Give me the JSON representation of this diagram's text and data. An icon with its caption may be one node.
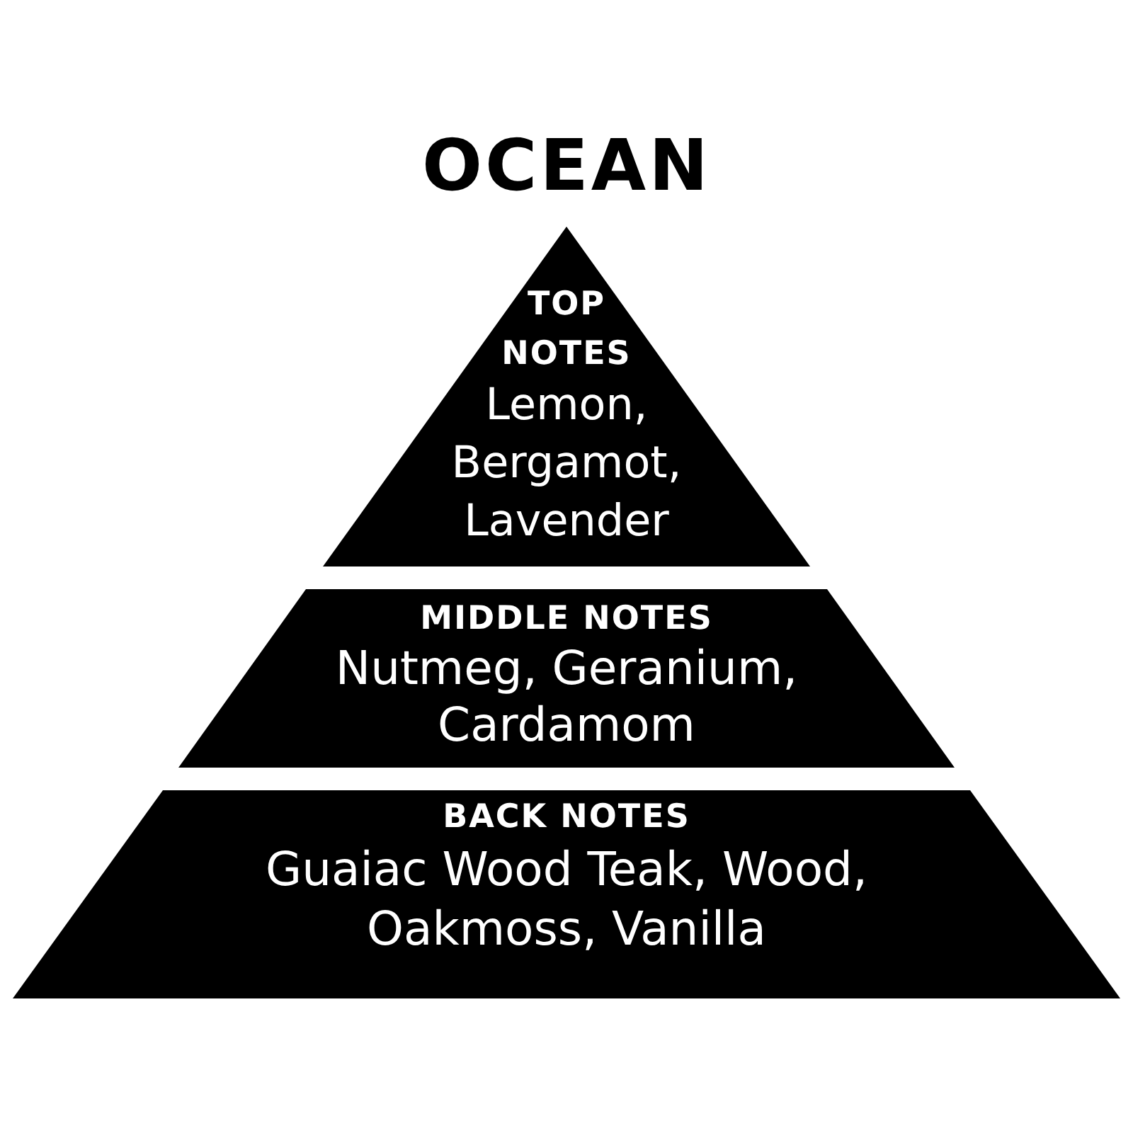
{
  "diagram": {
    "title": "OCEAN",
    "nodes": [
      {
        "text": [
          "TOP NOTES",
          "Lemon, Bergamot, Lavender"
        ]
      },
      {
        "text": [
          "MIDDLE NOTES",
          "Nutmeg, Geranium, Cardamom"
        ]
      },
      {
        "text": [
          "BACK NOTES",
          "Guaiac Wood Teak, Wood, Oakmoss, Vanilla"
        ]
      }
    ]
  }
}
